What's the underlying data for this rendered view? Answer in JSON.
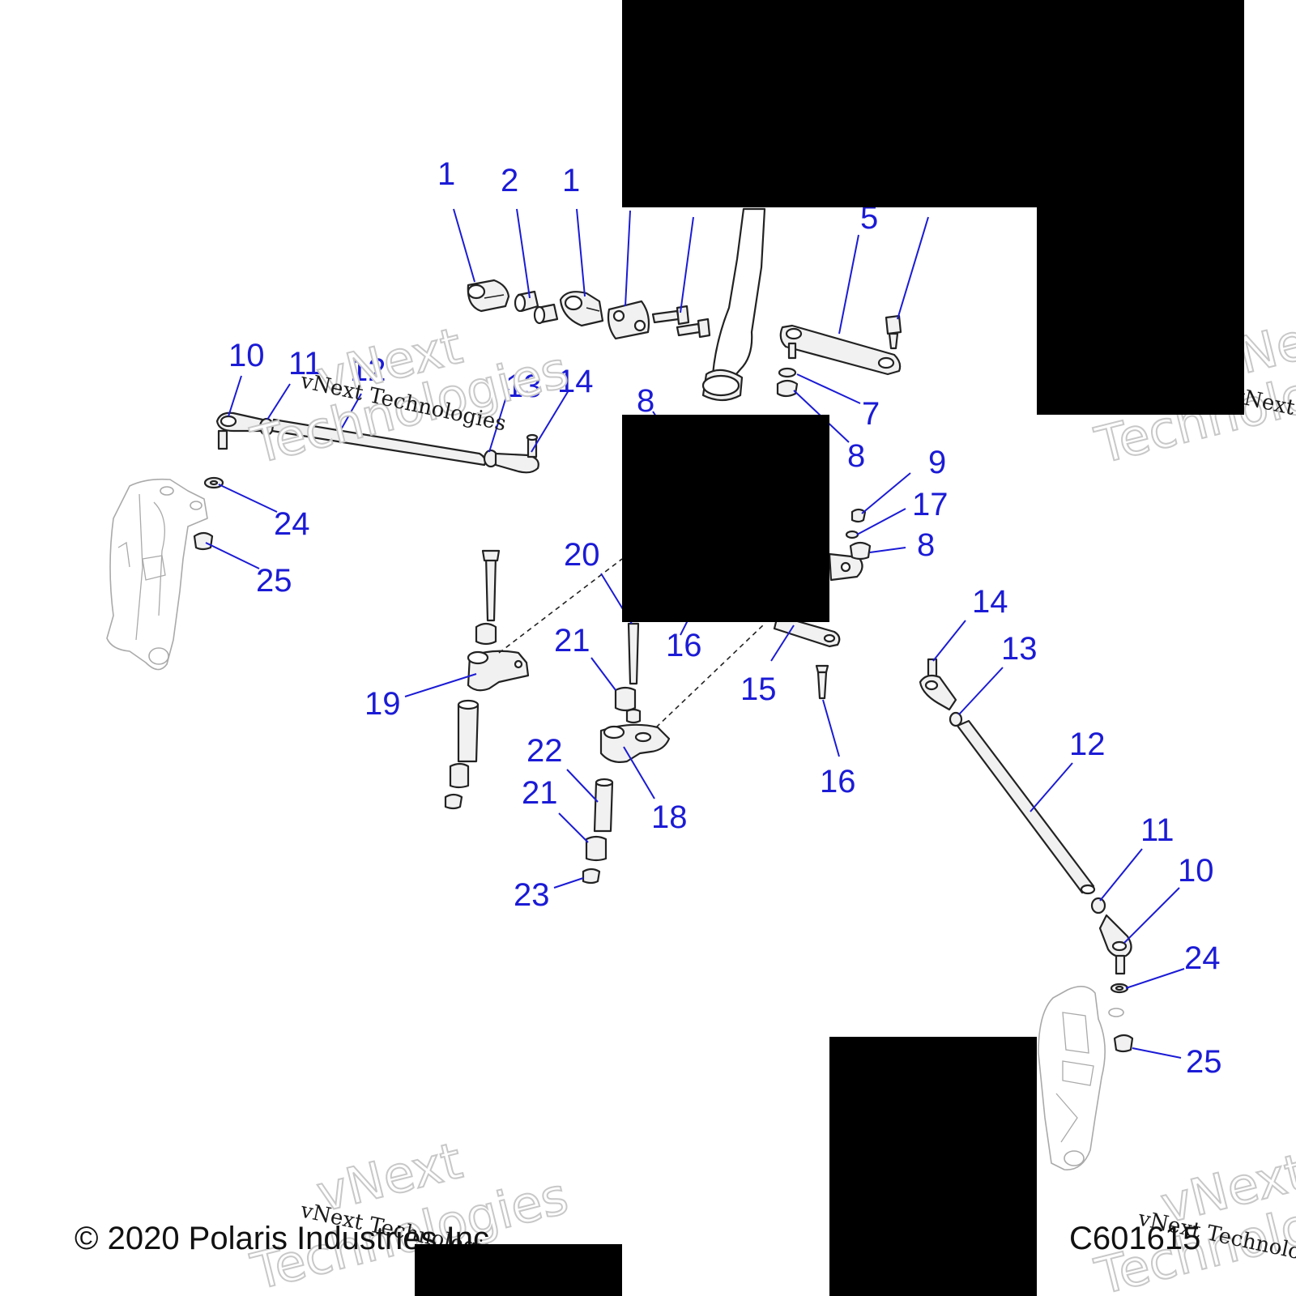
{
  "footer": {
    "copyright": "© 2020 Polaris Industries Inc.",
    "diagram_code": "C601615"
  },
  "watermark": {
    "company_serif": "vNext Technologies",
    "line1": "vNext",
    "line2": "Technologies"
  },
  "callouts": {
    "c1a": "1",
    "c2": "2",
    "c1b": "1",
    "c5": "5",
    "c10l": "10",
    "c11l": "11",
    "c12l": "12",
    "c13l": "13",
    "c14l": "14",
    "c8a": "8",
    "c7": "7",
    "c8b": "8",
    "c9": "9",
    "c17": "17",
    "c8c": "8",
    "c24l": "24",
    "c25l": "25",
    "c20": "20",
    "c21a": "21",
    "c16a": "16",
    "c15": "15",
    "c19": "19",
    "c22": "22",
    "c21b": "21",
    "c18": "18",
    "c23": "23",
    "c16b": "16",
    "c14r": "14",
    "c13r": "13",
    "c12r": "12",
    "c11r": "11",
    "c10r": "10",
    "c24r": "24",
    "c25r": "25"
  }
}
